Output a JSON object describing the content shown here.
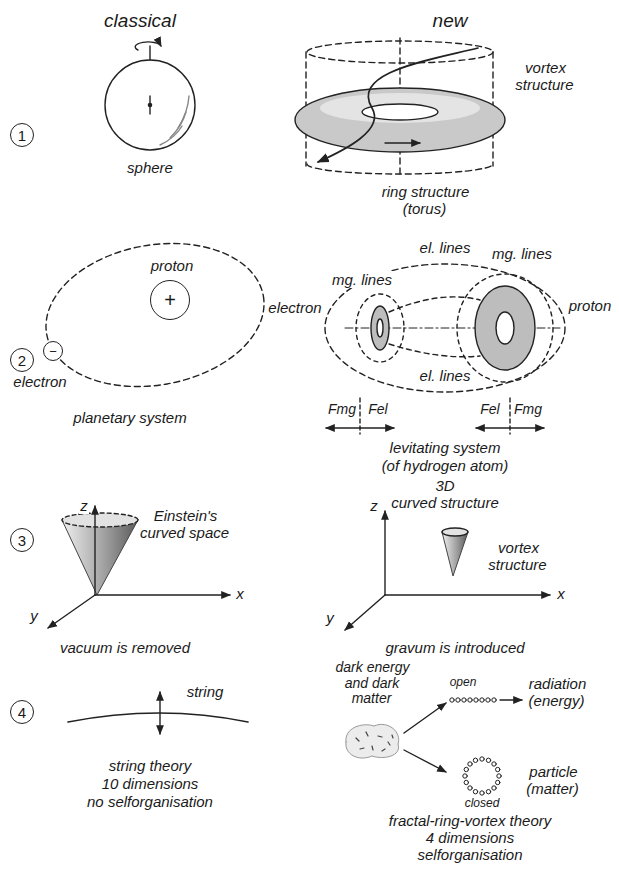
{
  "diagram": {
    "nodes": [
      {
        "text": [
          "1"
        ]
      },
      {
        "text": [
          "2"
        ]
      },
      {
        "text": [
          "+"
        ]
      },
      {
        "text": [
          "−"
        ]
      },
      {
        "text": [
          "3"
        ]
      },
      {
        "text": [
          "4"
        ]
      }
    ],
    "labels": [
      "classical",
      "new",
      "sphere",
      "vortex structure",
      "ring structure (torus)",
      "proton",
      "electron",
      "planetary system",
      "el. lines",
      "mg. lines",
      "mg. lines",
      "electron",
      "proton",
      "el. lines",
      "Fmg",
      "Fel",
      "Fel",
      "Fmg",
      "levitating system",
      "(of hydrogen atom)",
      "z",
      "Einstein's curved space",
      "x",
      "y",
      "vacuum is removed",
      "3D",
      "curved structure",
      "z",
      "vortex structure",
      "x",
      "y",
      "gravum is introduced",
      "string",
      "string theory",
      "10 dimensions",
      "no selforganisation",
      "dark energy and dark matter",
      "open",
      "radiation (energy)",
      "particle (matter)",
      "closed",
      "fractal-ring-vortex theory",
      "4 dimensions",
      "selforganisation"
    ]
  }
}
